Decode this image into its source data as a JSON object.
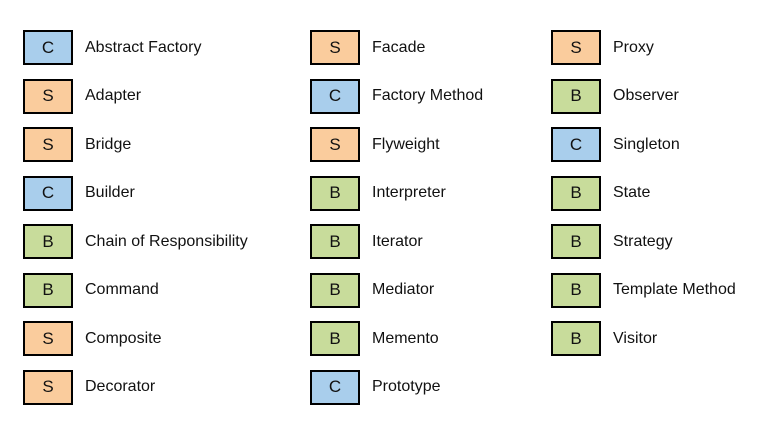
{
  "page": {
    "background": "#ffffff"
  },
  "legend_colors": {
    "C": "#A9CEEC",
    "S": "#FACC9D",
    "B": "#C8DC9B",
    "border": "#000000",
    "text": "#111111"
  },
  "columns": [
    {
      "items": [
        {
          "letter": "C",
          "label": "Abstract Factory"
        },
        {
          "letter": "S",
          "label": "Adapter"
        },
        {
          "letter": "S",
          "label": "Bridge"
        },
        {
          "letter": "C",
          "label": "Builder"
        },
        {
          "letter": "B",
          "label": "Chain of Responsibility"
        },
        {
          "letter": "B",
          "label": "Command"
        },
        {
          "letter": "S",
          "label": "Composite"
        },
        {
          "letter": "S",
          "label": "Decorator"
        }
      ]
    },
    {
      "items": [
        {
          "letter": "S",
          "label": "Facade"
        },
        {
          "letter": "C",
          "label": "Factory Method"
        },
        {
          "letter": "S",
          "label": "Flyweight"
        },
        {
          "letter": "B",
          "label": "Interpreter"
        },
        {
          "letter": "B",
          "label": "Iterator"
        },
        {
          "letter": "B",
          "label": "Mediator"
        },
        {
          "letter": "B",
          "label": "Memento"
        },
        {
          "letter": "C",
          "label": "Prototype"
        }
      ]
    },
    {
      "items": [
        {
          "letter": "S",
          "label": "Proxy"
        },
        {
          "letter": "B",
          "label": "Observer"
        },
        {
          "letter": "C",
          "label": "Singleton"
        },
        {
          "letter": "B",
          "label": "State"
        },
        {
          "letter": "B",
          "label": "Strategy"
        },
        {
          "letter": "B",
          "label": "Template Method"
        },
        {
          "letter": "B",
          "label": "Visitor"
        }
      ]
    }
  ]
}
